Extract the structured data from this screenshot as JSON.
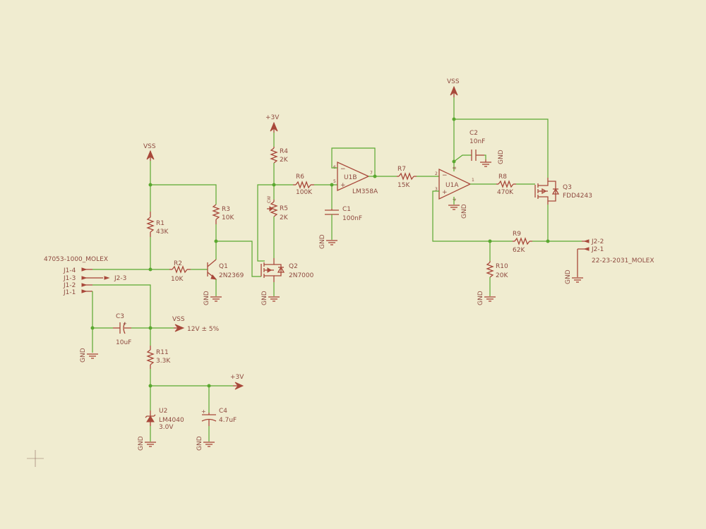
{
  "schematic": {
    "colors": {
      "background": "#f0ecd0",
      "wire": "#5aa830",
      "component": "#a8483a",
      "text": "#8e4a40"
    },
    "labels": {
      "vss_r1": "VSS",
      "r1_name": "R1",
      "r1_val": "43K",
      "r3_name": "R3",
      "r3_val": "10K",
      "molex1": "47053-1000_MOLEX",
      "j1_4": "J1-4",
      "j1_3": "J1-3",
      "j1_2": "J1-2",
      "j1_1": "J1-1",
      "j2_3": "J2-3",
      "r2_name": "R2",
      "r2_val": "10K",
      "q1_name": "Q1",
      "q1_val": "2N2369",
      "gnd_q1": "GND",
      "c3_name": "C3",
      "c3_val": "10uF",
      "vss_c3": "VSS",
      "vss_note": "12V  ± 5%",
      "gnd_c3": "GND",
      "r11_name": "R11",
      "r11_val": "3.3K",
      "p3v_bottom": "+3V",
      "u2_name": "U2",
      "u2_val": "LM4040",
      "u2_val2": "3.0V",
      "c4_name": "C4",
      "c4_val": "4.7uF",
      "gnd_u2": "GND",
      "gnd_c4": "GND",
      "p3v_top": "+3V",
      "r4_name": "R4",
      "r4_val": "2K",
      "r5_name": "R5",
      "r5_val": "2K",
      "r5_pin": "CW",
      "r6_name": "R6",
      "r6_val": "100K",
      "q2_name": "Q2",
      "q2_val": "2N7000",
      "gnd_q2": "GND",
      "c1_name": "C1",
      "c1_val": "100nF",
      "gnd_c1": "GND",
      "u1b_name": "U1B",
      "u1b_val": "LM358A",
      "u1b_pin6": "6",
      "u1b_pin5": "5",
      "u1b_pin7": "7",
      "r7_name": "R7",
      "r7_val": "15K",
      "vss_u1": "VSS",
      "c2_name": "C2",
      "c2_val": "10nF",
      "gnd_c2": "GND",
      "u1a_name": "U1A",
      "u1a_pin2": "2",
      "u1a_pin3": "3",
      "u1a_pin1": "1",
      "u1a_pin8": "8",
      "u1a_pin4": "4",
      "gnd_u1a": "GND",
      "r8_name": "R8",
      "r8_val": "470K",
      "q3_name": "Q3",
      "q3_val": "FDD4243",
      "r9_name": "R9",
      "r9_val": "62K",
      "r10_name": "R10",
      "r10_val": "20K",
      "gnd_r10": "GND",
      "j2_2": "J2-2",
      "j2_1": "J2-1",
      "molex2": "22-23-2031_MOLEX",
      "gnd_j2": "GND",
      "op_minus": "−",
      "op_plus": "+"
    }
  }
}
